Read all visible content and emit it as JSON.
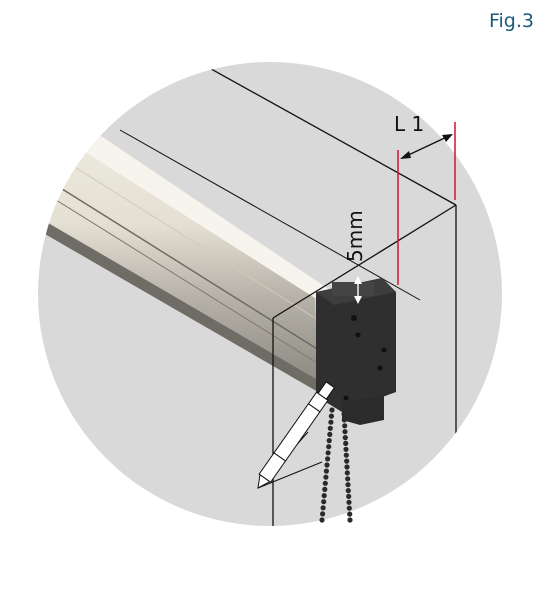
{
  "figure": {
    "label": "Fig.3"
  },
  "dimensions": {
    "l1": "L 1",
    "gap": "5mm"
  },
  "colors": {
    "circle": "#d9d9d9",
    "profile_light": "#ece8dc",
    "profile_mid": "#b8b4aa",
    "bracket": "#2f2f2f",
    "guide_red": "#d0213a",
    "line": "#111111",
    "fig_label": "#1b5a78"
  }
}
